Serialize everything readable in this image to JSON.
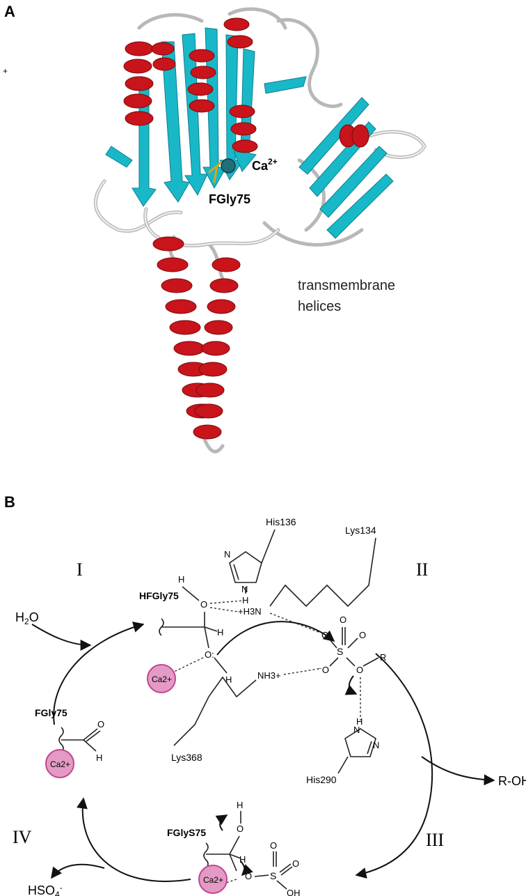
{
  "panels": {
    "a": {
      "letter": "A",
      "mark": "+",
      "ion_label": "Ca",
      "ion_charge": "2+",
      "residue_label": "FGly75",
      "tm_line1": "transmembrane",
      "tm_line2": "helices"
    },
    "b": {
      "letter": "B",
      "steps": [
        "I",
        "II",
        "III",
        "IV"
      ],
      "residues": {
        "his136": "His136",
        "lys134": "Lys134",
        "lys368": "Lys368",
        "his290": "His290",
        "hfgly": "HFGly75",
        "fgly": "FGly75",
        "fglys": "FGlyS75"
      },
      "molecules": {
        "water": "H2O",
        "product": "R-OH",
        "sulfate": "HSO4-"
      },
      "atoms": {
        "ca": "Ca2+",
        "h3n": "+H3N",
        "nh3": "NH3+"
      },
      "colors": {
        "calcium_fill": "#e39bc6",
        "calcium_stroke": "#c2468f"
      }
    }
  }
}
